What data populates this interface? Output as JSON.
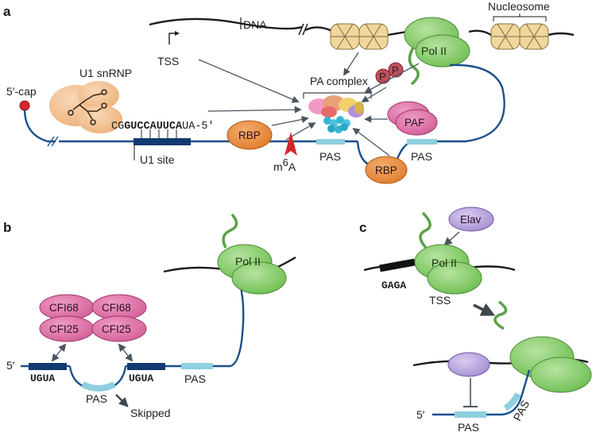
{
  "panels": {
    "a": "a",
    "b": "b",
    "c": "c"
  },
  "panel_a": {
    "dna": "DNA",
    "tss": "TSS",
    "nucleosome": "Nucleosome",
    "pol2": "Pol II",
    "phospho": "P",
    "pa_complex": "PA complex",
    "u1snrnp": "U1 snRNP",
    "cap": "5′-cap",
    "u1_seq_pre": "CG",
    "u1_seq_bold": "GUCCAUUCA",
    "u1_seq_post": "UA-5′",
    "u1_site": "U1 site",
    "rbp": "RBP",
    "m6a_base": "m",
    "m6a_sup": "6",
    "m6a_tail": "A",
    "pas": "PAS",
    "paf": "PAF"
  },
  "panel_b": {
    "cfi68": "CFI68",
    "cfi25": "CFI25",
    "five_prime": "5′",
    "ugua": "UGUA",
    "pas": "PAS",
    "skipped": "Skipped",
    "pol2": "Pol II"
  },
  "panel_c": {
    "elav": "Elav",
    "pol2": "Pol II",
    "gaga": "GAGA",
    "tss": "TSS",
    "five_prime": "5′",
    "pas": "PAS"
  },
  "colors": {
    "rna": "#1b4f8a",
    "pas_box": "#8ecfe0",
    "pol2": "#8fcf6e",
    "pink": "#d9669f",
    "orange": "#e5863a",
    "u1": "#f2c39a",
    "purple": "#b9a6dc",
    "red": "#d4262b"
  }
}
